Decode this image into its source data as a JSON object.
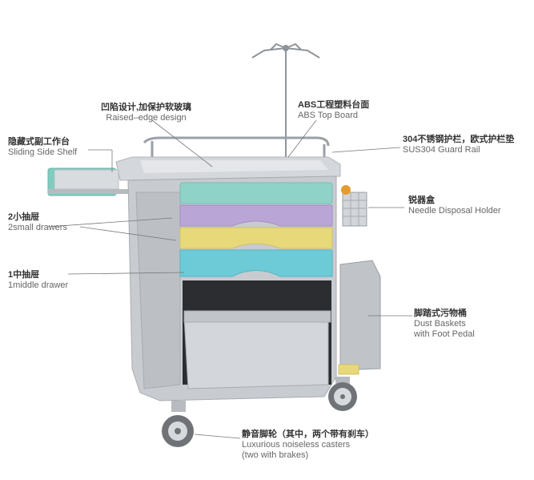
{
  "callouts": {
    "raised_edge": {
      "zh": "凹陷设计,加保护软玻璃",
      "en": "Raised–edge design"
    },
    "abs_top": {
      "zh": "ABS工程塑料台面",
      "en": "ABS Top Board"
    },
    "guard_rail": {
      "zh": "304不锈钢护栏，欧式护栏垫",
      "en": "SUS304  Guard Rail"
    },
    "side_shelf": {
      "zh": "隐藏式副工作台",
      "en": "Sliding Side Shelf"
    },
    "needle_holder": {
      "zh": "锐器盒",
      "en": "Needle Disposal Holder"
    },
    "small_drawers": {
      "zh": "2小抽屉",
      "en": "2small drawers"
    },
    "middle_drawer": {
      "zh": "1中抽屉",
      "en": "1middle drawer"
    },
    "dust_baskets": {
      "zh": "脚踏式污物桶",
      "en": "Dust Baskets",
      "en2": "with Foot Pedal"
    },
    "casters": {
      "zh": "静音脚轮（其中，两个带有刹车）",
      "en": "Luxurious noiseless casters",
      "en2": "(two with brakes)"
    }
  },
  "colors": {
    "body_grey": "#c8cbd0",
    "drawer_teal": "#8fd3c8",
    "drawer_purple": "#b9a6d6",
    "drawer_yellow": "#e7d97a",
    "drawer_cyan": "#6ccbd7",
    "rail_steel": "#9aa0a6"
  }
}
